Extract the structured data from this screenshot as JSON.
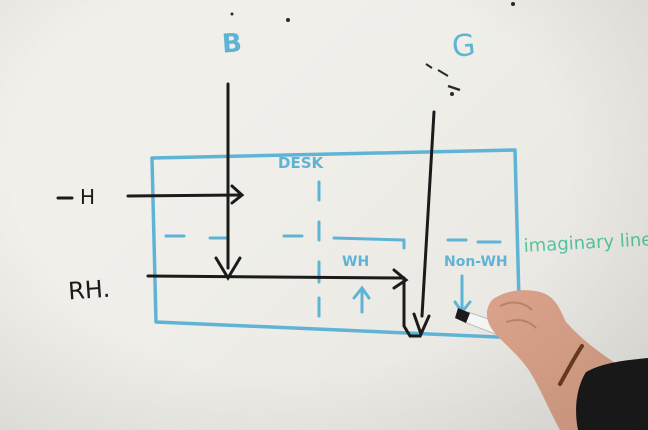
{
  "whiteboard": {
    "labels": {
      "top_b": "B",
      "top_g": "G",
      "desk": "DESK",
      "left_h": "H",
      "left_rh": "RH.",
      "wh": "WH",
      "non_wh": "Non-WH",
      "imaginary_line": "imaginary line"
    },
    "colors": {
      "board": "#f1efea",
      "marker_black": "#1b1b1b",
      "marker_blue": "#5fb4d6",
      "marker_green": "#56c2a0",
      "skin": "#d9a189",
      "sleeve": "#1a1a1a",
      "bracelet": "#6b3c1e"
    }
  }
}
